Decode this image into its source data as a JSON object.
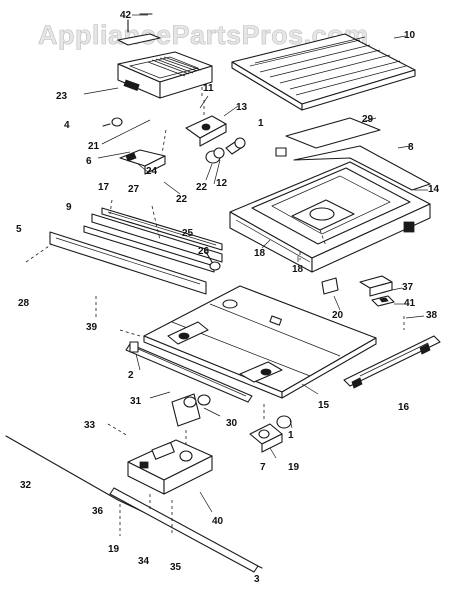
{
  "watermark": "AppliancePartsPros.com",
  "callouts": {
    "p1": "1",
    "p1b": "1",
    "p2": "2",
    "p3": "3",
    "p4": "4",
    "p5": "5",
    "p6": "6",
    "p7": "7",
    "p8": "8",
    "p9": "9",
    "p10": "10",
    "p11": "11",
    "p12": "12",
    "p13": "13",
    "p14": "14",
    "p15": "15",
    "p16": "16",
    "p17": "17",
    "p18": "18",
    "p18b": "18",
    "p19": "19",
    "p19b": "19",
    "p20": "20",
    "p21": "21",
    "p22": "22",
    "p22b": "22",
    "p23": "23",
    "p24": "24",
    "p25": "25",
    "p26": "26",
    "p27": "27",
    "p28": "28",
    "p29": "29",
    "p30": "30",
    "p31": "31",
    "p32": "32",
    "p33": "33",
    "p34": "34",
    "p35": "35",
    "p36": "36",
    "p37": "37",
    "p38": "38",
    "p39": "39",
    "p40": "40",
    "p41": "41",
    "p42": "42"
  }
}
